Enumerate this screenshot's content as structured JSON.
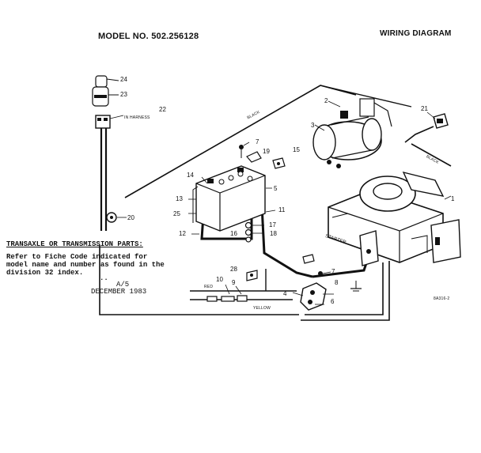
{
  "header": {
    "model_label": "MODEL NO. 502.256128",
    "title": "WIRING DIAGRAM"
  },
  "notes": {
    "heading": "TRANSAXLE OR TRANSMISSION PARTS:",
    "line1": "Refer to Fiche Code indicated for",
    "line2": "model name and number as found in the",
    "line3": "division 32 index.",
    "dots": "..",
    "rev": "A/5",
    "date": "DECEMBER 1983"
  },
  "wire_labels": {
    "black_1": "BLACK",
    "black_2": "BLACK",
    "red": "RED",
    "yellow": "YELLOW",
    "in_harness": "IN HARNESS",
    "starter": "STARTER"
  },
  "drawing_code": "8A316-2",
  "callouts": [
    "24",
    "23",
    "22",
    "20",
    "2",
    "3",
    "7",
    "19",
    "15",
    "14",
    "13",
    "25",
    "12",
    "5",
    "11",
    "17",
    "16",
    "18",
    "21",
    "1",
    "28",
    "9",
    "10",
    "8",
    "4",
    "6",
    "7"
  ],
  "colors": {
    "ink": "#111111",
    "paper": "#ffffff"
  }
}
